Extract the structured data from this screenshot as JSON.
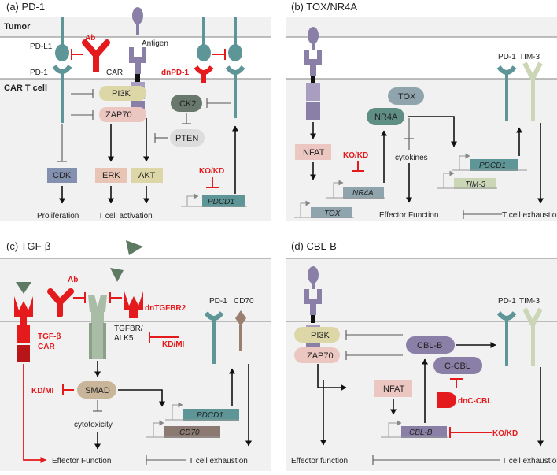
{
  "panels": {
    "a": {
      "label": "(a)  PD-1",
      "tumor": "Tumor",
      "cart": "CAR T cell",
      "pdl1": "PD-L1",
      "pd1": "PD-1",
      "ab": "Ab",
      "car": "CAR",
      "antigen": "Antigen",
      "dnpd1": "dnPD-1",
      "pi3k": "PI3K",
      "zap70": "ZAP70",
      "ck2": "CK2",
      "pten": "PTEN",
      "cdk": "CDK",
      "erk": "ERK",
      "akt": "AKT",
      "kokd": "KO/KD",
      "pdcd1": "PDCD1",
      "proliferation": "Proliferation",
      "activation": "T cell activation"
    },
    "b": {
      "label": "(b)  TOX/NR4A",
      "pd1": "PD-1",
      "tim3": "TIM-3",
      "tox": "TOX",
      "nr4a": "NR4A",
      "nfat": "NFAT",
      "kokd": "KO/KD",
      "cytokines": "cytokines",
      "pdcd1": "PDCD1",
      "tim3gene": "TIM-3",
      "nr4agene": "NR4A",
      "toxgene": "TOX",
      "effector": "Effector Function",
      "exhaustion": "T cell exhaustion"
    },
    "c": {
      "label": "(c)  TGF-β",
      "ab": "Ab",
      "dntgfbr2": "dnTGFBR2",
      "tgfb_car1": "TGF-β",
      "tgfb_car2": "CAR",
      "tgfbr1": "TGFBR/",
      "tgfbr2": "ALK5",
      "kdmi": "KD/MI",
      "kdmi2": "KD/MI",
      "smad": "SMAD",
      "cytotoxicity": "cytotoxicity",
      "pd1": "PD-1",
      "cd70": "CD70",
      "pdcd1": "PDCD1",
      "cd70gene": "CD70",
      "effector": "Effector Function",
      "exhaustion": "T cell exhaustion"
    },
    "d": {
      "label": "(d)  CBL-B",
      "pd1": "PD-1",
      "tim3": "TIM-3",
      "pi3k": "PI3K",
      "zap70": "ZAP70",
      "cblb": "CBL-B",
      "ccbl": "C-CBL",
      "nfat": "NFAT",
      "dnccbl": "dnC-CBL",
      "cblbgene": "CBL-B",
      "kokd": "KO/KD",
      "effector": "Effector function",
      "exhaustion": "T cell exhaustion"
    }
  },
  "colors": {
    "membrane": "#f0f0f0",
    "teal": "#5e9698",
    "purple": "#8a7fa6",
    "inhibitor_red": "#e41a1c",
    "tan": "#ddd7a8",
    "pink": "#ecc6c1"
  }
}
